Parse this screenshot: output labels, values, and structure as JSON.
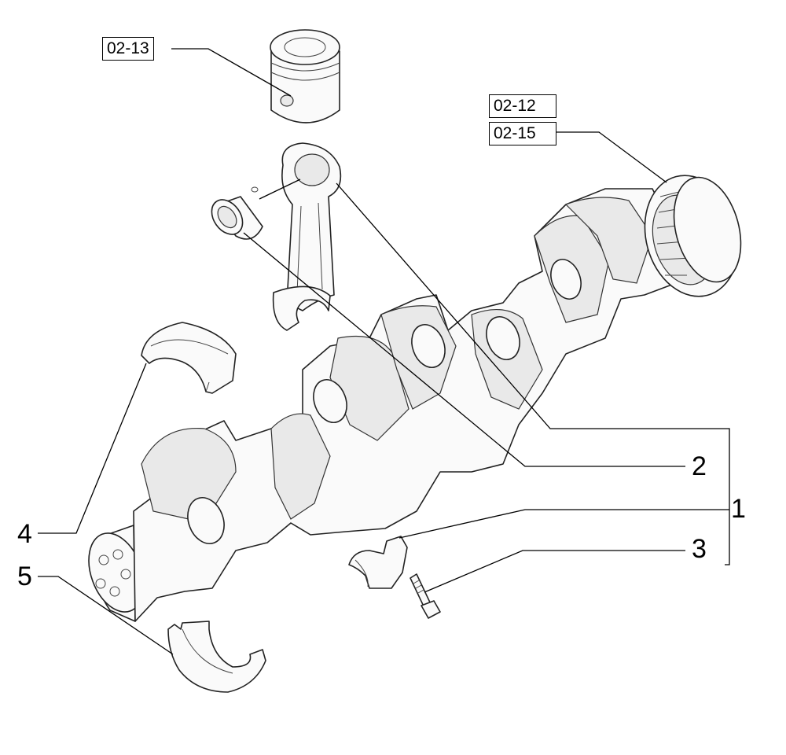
{
  "refs": {
    "piston": "02-13",
    "flywheel_a": "02-12",
    "flywheel_b": "02-15"
  },
  "callouts": {
    "item1": "1",
    "item2": "2",
    "item3": "3",
    "item4": "4",
    "item5": "5"
  }
}
